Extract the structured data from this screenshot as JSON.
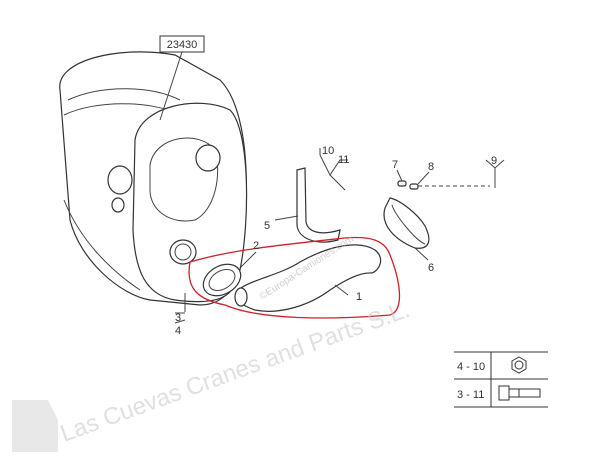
{
  "diagram": {
    "part_number_box": "23430",
    "callouts": [
      "1",
      "2",
      "3",
      "4",
      "5",
      "6",
      "7",
      "8",
      "9",
      "10",
      "11"
    ],
    "legend": [
      {
        "range": "4 - 10",
        "icon": "hex-nut-icon"
      },
      {
        "range": "3 - 11",
        "icon": "bolt-icon"
      }
    ],
    "highlight_color": "#d0202a"
  },
  "watermark": {
    "main": "Las Cuevas Cranes and Parts S.L.",
    "secondary": "©Europa-Camiones.com"
  }
}
